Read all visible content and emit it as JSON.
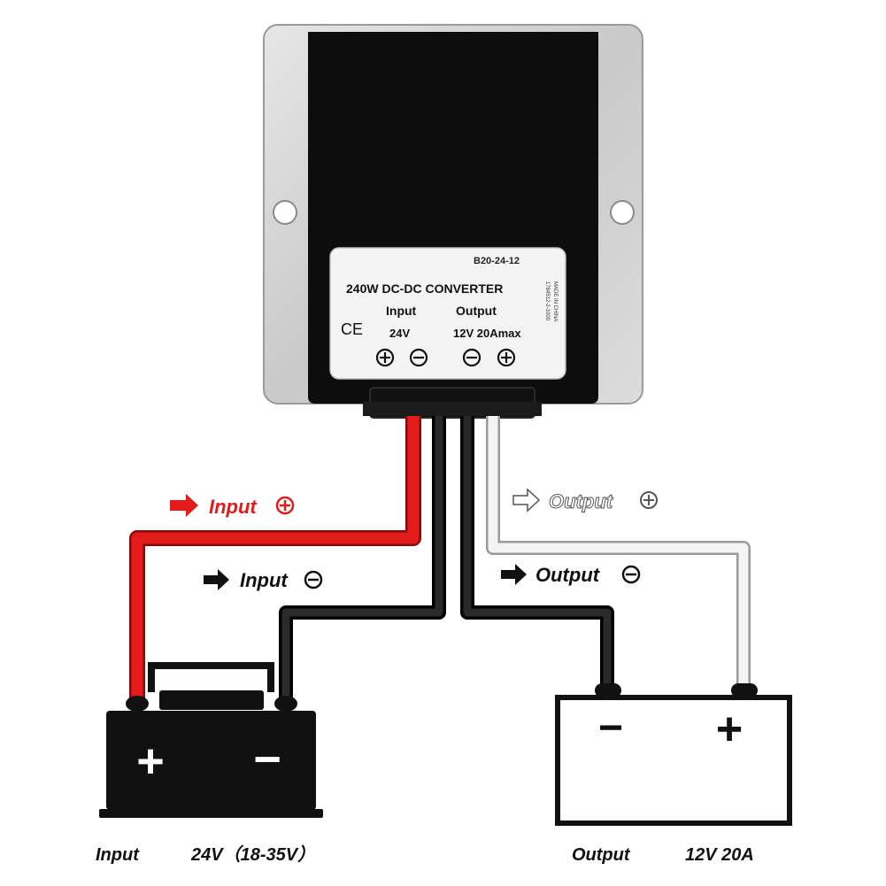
{
  "converter": {
    "model": "B20-24-12",
    "title": "240W DC-DC CONVERTER",
    "input_heading": "Input",
    "output_heading": "Output",
    "input_voltage": "24V",
    "output_rating": "12V 20Amax",
    "ce_mark": "CE",
    "side_text_1": "1784512-2-1000",
    "side_text_2": "MADE IN CHINA"
  },
  "wire_labels": {
    "input_positive": "Input",
    "input_negative": "Input",
    "output_positive": "Output",
    "output_negative": "Output"
  },
  "batteries": {
    "input_plus": "+",
    "input_minus": "−",
    "output_minus": "−",
    "output_plus": "+"
  },
  "captions": {
    "input_label": "Input",
    "input_spec": "24V（18-35V）",
    "output_label": "Output",
    "output_spec": "12V 20A"
  },
  "colors": {
    "positive_input_wire": "#e31b1b",
    "negative_wire": "#1a1a1a",
    "positive_output_wire": "#f2f2f2",
    "housing": "#d4d4d4",
    "label_bg": "#f4f4f4"
  }
}
